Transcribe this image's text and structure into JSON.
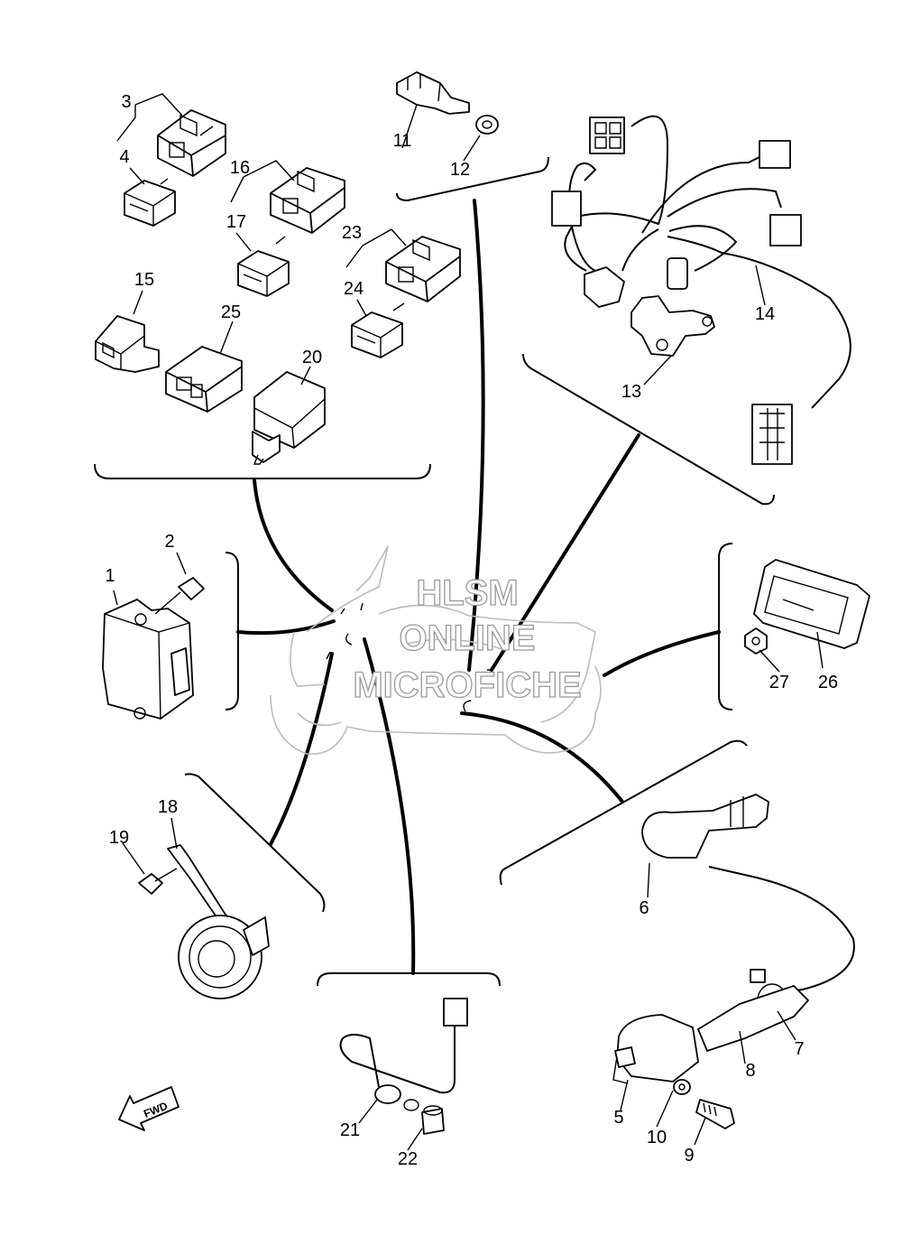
{
  "callouts": {
    "c1": "1",
    "c2": "2",
    "c3": "3",
    "c4": "4",
    "c5": "5",
    "c6": "6",
    "c7": "7",
    "c8": "8",
    "c9": "9",
    "c10": "10",
    "c11": "11",
    "c12": "12",
    "c13": "13",
    "c14": "14",
    "c15": "15",
    "c16": "16",
    "c17": "17",
    "c18": "18",
    "c19": "19",
    "c20": "20",
    "c21": "21",
    "c22": "22",
    "c23": "23",
    "c24": "24",
    "c25": "25",
    "c26": "26",
    "c27": "27"
  },
  "watermark": {
    "line1": "HLSM",
    "line2": "ONLINE",
    "line3": "MICROFICHE"
  },
  "direction_arrow": {
    "label": "FWD"
  }
}
